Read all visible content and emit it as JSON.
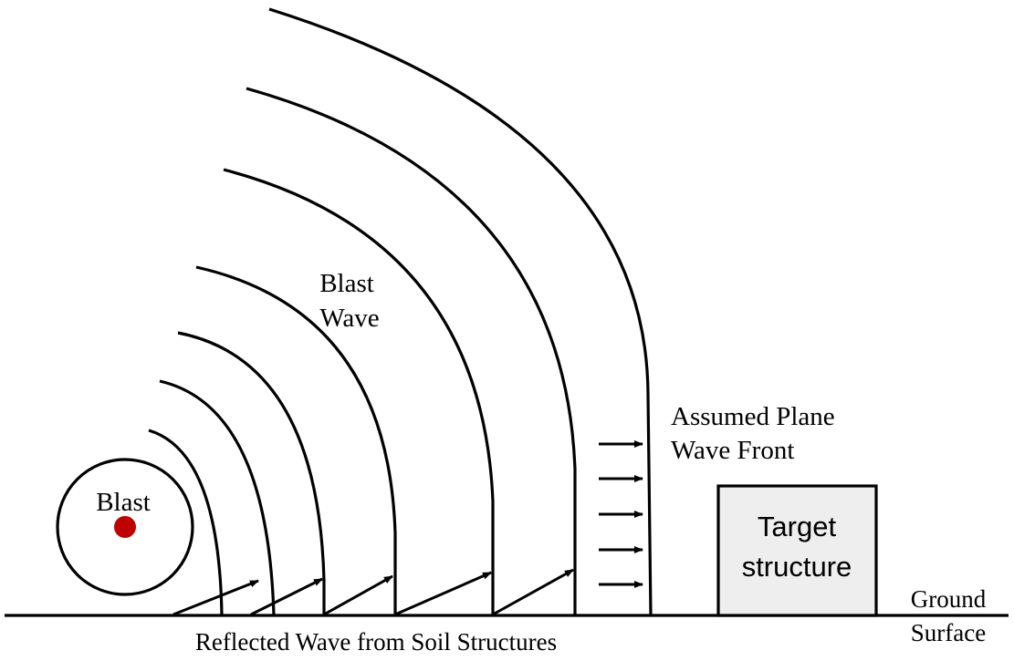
{
  "labels": {
    "blast": "Blast",
    "blast_wave_line1": "Blast",
    "blast_wave_line2": "Wave",
    "plane_front_line1": "Assumed Plane",
    "plane_front_line2": "Wave Front",
    "target_line1": "Target",
    "target_line2": "structure",
    "ground_line1": "Ground",
    "ground_line2": "Surface",
    "reflected": "Reflected Wave from Soil Structures"
  },
  "colors": {
    "blast_point": "#c00000",
    "target_fill": "#eeeeee",
    "line": "#000000"
  }
}
